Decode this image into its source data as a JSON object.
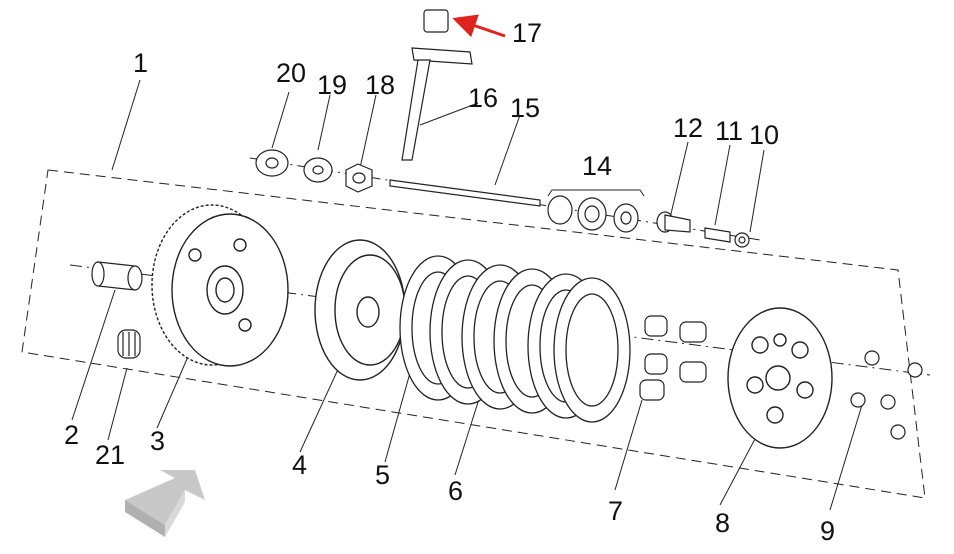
{
  "callouts": {
    "c1": "1",
    "c2": "2",
    "c3": "3",
    "c4": "4",
    "c5": "5",
    "c6": "6",
    "c7": "7",
    "c8": "8",
    "c9": "9",
    "c10": "10",
    "c11": "11",
    "c12": "12",
    "c14": "14",
    "c15": "15",
    "c16": "16",
    "c17": "17",
    "c18": "18",
    "c19": "19",
    "c20": "20",
    "c21": "21"
  },
  "colors": {
    "line": "#222222",
    "highlight_arrow": "#e0231c",
    "nav_arrow": "#d9d9d9"
  },
  "icons": {
    "direction": "nav-arrow-icon",
    "highlight": "red-pointer-arrow-icon"
  }
}
